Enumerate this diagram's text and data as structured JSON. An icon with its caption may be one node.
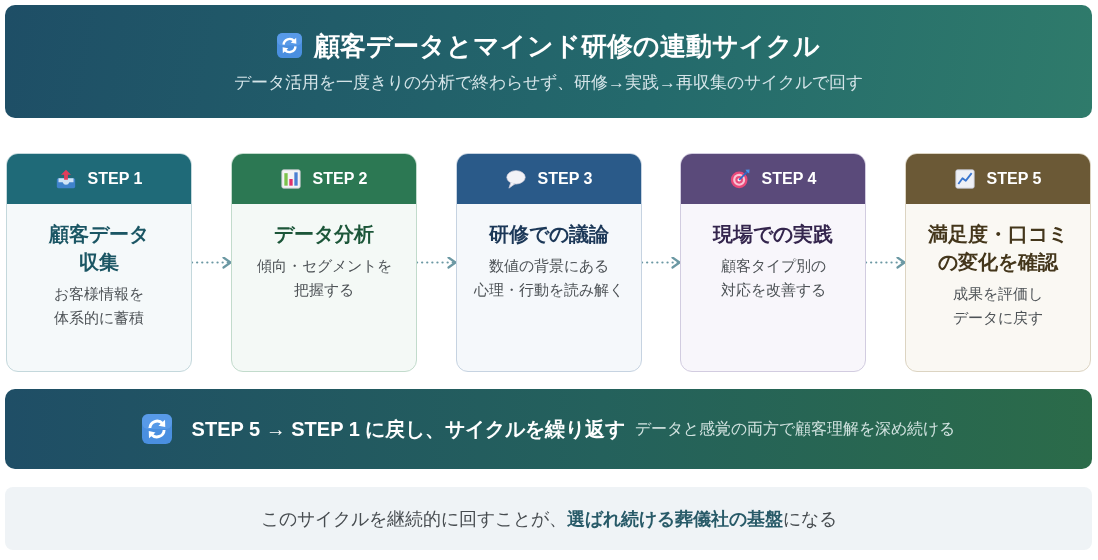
{
  "diagram": {
    "nodes": [
      {
        "text": [
          "顧客データとマインド研修の連動サイクル",
          "データ活用を一度きりの分析で終わらせず、研修→実践→再収集のサイクルで回す"
        ]
      },
      {
        "text": [
          "STEP 1",
          "顧客データ収集",
          "お客様情報を体系的に蓄積"
        ]
      },
      {
        "text": [
          "STEP 2",
          "データ分析",
          "傾向・セグメントを把握する"
        ]
      },
      {
        "text": [
          "STEP 3",
          "研修での議論",
          "数値の背景にある心理・行動を読み解く"
        ]
      },
      {
        "text": [
          "STEP 4",
          "現場での実践",
          "顧客タイプ別の対応を改善する"
        ]
      },
      {
        "text": [
          "STEP 5",
          "満足度・口コミの変化を確認",
          "成果を評価しデータに戻す"
        ]
      },
      {
        "text": [
          "STEP 5 → STEP 1 に戻し、サイクルを繰り返す",
          "データと感覚の両方で顧客理解を深め続ける"
        ]
      },
      {
        "text": [
          "このサイクルを継続的に回すことが、**選ばれ続ける葬儀社の基盤**になる"
        ]
      }
    ],
    "edges": [
      {
        "from": 1,
        "to": 2,
        "arrow": "to",
        "style": "dashed"
      },
      {
        "from": 2,
        "to": 3,
        "arrow": "to",
        "style": "dashed"
      },
      {
        "from": 3,
        "to": 4,
        "arrow": "to",
        "style": "dashed"
      },
      {
        "from": 4,
        "to": 5,
        "arrow": "to",
        "style": "dashed"
      }
    ]
  }
}
